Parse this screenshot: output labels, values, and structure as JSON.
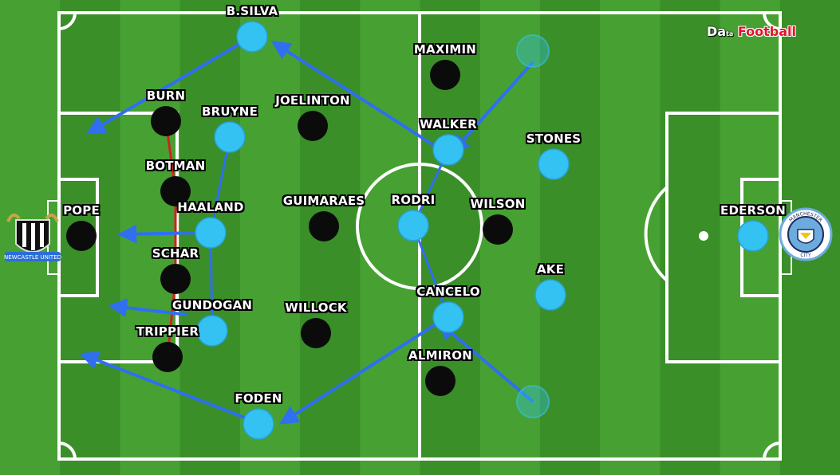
{
  "brand": {
    "part1": "Da",
    "part2": "ta",
    "part3": "Football"
  },
  "colors": {
    "city": "#33c2f2",
    "newcastle": "#0b0b0b",
    "arrow": "#2f6ff0",
    "grass_light": "#46a132",
    "grass_dark": "#3a8f28"
  },
  "crests": {
    "newcastle": "NEWCASTLE UNITED",
    "city_top": "MANCHESTER",
    "city_bottom": "CITY"
  },
  "players": {
    "city": [
      {
        "name": "B.SILVA"
      },
      {
        "name": "BRUYNE"
      },
      {
        "name": "HAALAND"
      },
      {
        "name": "GUNDOGAN"
      },
      {
        "name": "FODEN"
      },
      {
        "name": "WALKER"
      },
      {
        "name": "RODRI"
      },
      {
        "name": "CANCELO"
      },
      {
        "name": "STONES"
      },
      {
        "name": "AKE"
      },
      {
        "name": "EDERSON"
      }
    ],
    "newcastle": [
      {
        "name": "MAXIMIN"
      },
      {
        "name": "BURN"
      },
      {
        "name": "JOELINTON"
      },
      {
        "name": "BOTMAN"
      },
      {
        "name": "GUIMARAES"
      },
      {
        "name": "POPE"
      },
      {
        "name": "WILSON"
      },
      {
        "name": "SCHAR"
      },
      {
        "name": "WILLOCK"
      },
      {
        "name": "TRIPPIER"
      },
      {
        "name": "ALMIRON"
      }
    ]
  }
}
